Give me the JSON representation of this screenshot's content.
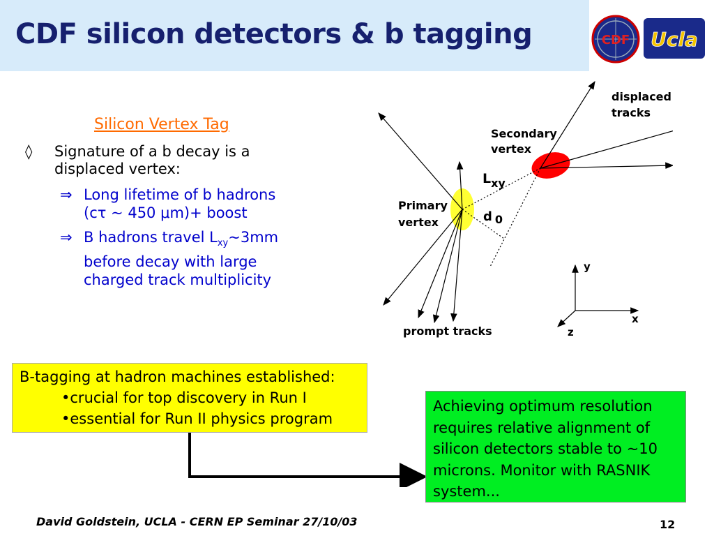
{
  "title": "CDF silicon detectors & b tagging",
  "logos": {
    "cdf": "CDF",
    "ucla": "Ucla"
  },
  "subtitle": "Silicon Vertex Tag",
  "bullet1": {
    "mark": "◊",
    "line1": "Signature of a b decay is a",
    "line2": "displaced vertex:"
  },
  "sub1": {
    "mark": "⇒",
    "line1": "Long lifetime of b hadrons",
    "line2": "(cτ ~ 450 μm)+ boost"
  },
  "sub2": {
    "mark": "⇒",
    "line1_pre": "B hadrons travel L",
    "line1_sub": "xy",
    "line1_post": "~3mm",
    "line2": "before decay with large",
    "line3": "charged track multiplicity"
  },
  "diagram": {
    "displaced_tracks_1": "displaced",
    "displaced_tracks_2": "tracks",
    "secondary_vertex_1": "Secondary",
    "secondary_vertex_2": "vertex",
    "primary_vertex_1": "Primary",
    "primary_vertex_2": "vertex",
    "lxy_main": "L",
    "lxy_sub": "xy",
    "d0_main": "d",
    "d0_sub": "0",
    "prompt_tracks": "prompt tracks",
    "axis_y": "y",
    "axis_x": "x",
    "axis_z": "z"
  },
  "yellow_box": {
    "line1": "B-tagging at hadron machines established:",
    "line2": "•crucial for top discovery in Run I",
    "line3": "•essential for Run II physics program"
  },
  "green_box": {
    "line1": "Achieving optimum resolution",
    "line2": "requires relative alignment of",
    "line3": "silicon detectors stable to ~10",
    "line4": "microns.  Monitor with RASNIK",
    "line5": "system..."
  },
  "footer": "David Goldstein, UCLA - CERN EP Seminar 27/10/03",
  "page_number": "12",
  "colors": {
    "title_bg": "#d7ebfa",
    "title_text": "#16206e",
    "subtitle": "#ff6a00",
    "sub_bullets": "#0000cc",
    "yellow_box": "#ffff00",
    "green_box": "#00ee22",
    "primary_vertex": "#ffff33",
    "secondary_vertex": "#ff0000"
  }
}
